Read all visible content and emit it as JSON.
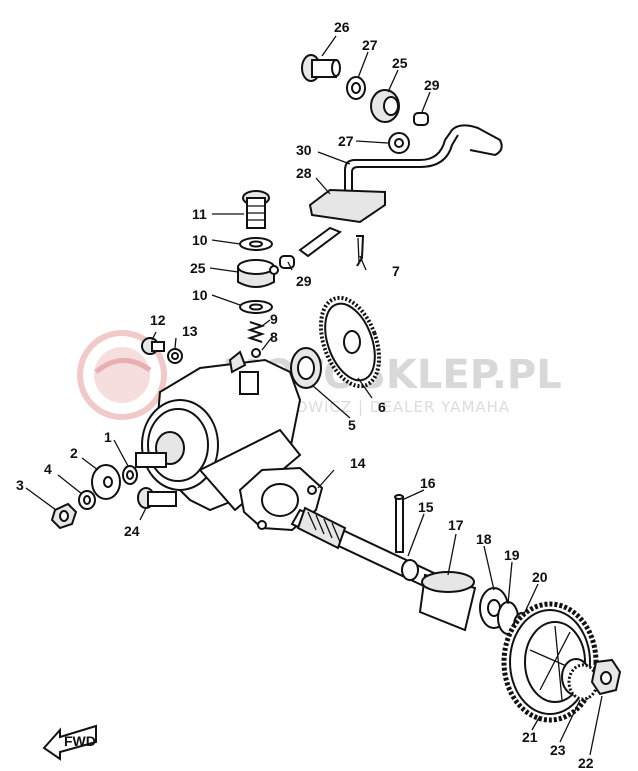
{
  "watermark": {
    "brand": "MOTOSKLEP.PL",
    "subtitle": "MOTOCHOWICZ | DEALER YAMAHA"
  },
  "fwd_label": "FWD",
  "callouts": [
    {
      "id": "c1",
      "text": "1"
    },
    {
      "id": "c2",
      "text": "2"
    },
    {
      "id": "c3",
      "text": "3"
    },
    {
      "id": "c4",
      "text": "4"
    },
    {
      "id": "c5",
      "text": "5"
    },
    {
      "id": "c6",
      "text": "6"
    },
    {
      "id": "c7",
      "text": "7"
    },
    {
      "id": "c8",
      "text": "8"
    },
    {
      "id": "c9",
      "text": "9"
    },
    {
      "id": "c10a",
      "text": "10"
    },
    {
      "id": "c10b",
      "text": "10"
    },
    {
      "id": "c11",
      "text": "11"
    },
    {
      "id": "c12",
      "text": "12"
    },
    {
      "id": "c13",
      "text": "13"
    },
    {
      "id": "c14",
      "text": "14"
    },
    {
      "id": "c15",
      "text": "15"
    },
    {
      "id": "c16",
      "text": "16"
    },
    {
      "id": "c17",
      "text": "17"
    },
    {
      "id": "c18",
      "text": "18"
    },
    {
      "id": "c19",
      "text": "19"
    },
    {
      "id": "c20",
      "text": "20"
    },
    {
      "id": "c21",
      "text": "21"
    },
    {
      "id": "c22",
      "text": "22"
    },
    {
      "id": "c23",
      "text": "23"
    },
    {
      "id": "c24",
      "text": "24"
    },
    {
      "id": "c25a",
      "text": "25"
    },
    {
      "id": "c25b",
      "text": "25"
    },
    {
      "id": "c26",
      "text": "26"
    },
    {
      "id": "c27a",
      "text": "27"
    },
    {
      "id": "c27b",
      "text": "27"
    },
    {
      "id": "c28",
      "text": "28"
    },
    {
      "id": "c29a",
      "text": "29"
    },
    {
      "id": "c29b",
      "text": "29"
    },
    {
      "id": "c30",
      "text": "30"
    }
  ]
}
